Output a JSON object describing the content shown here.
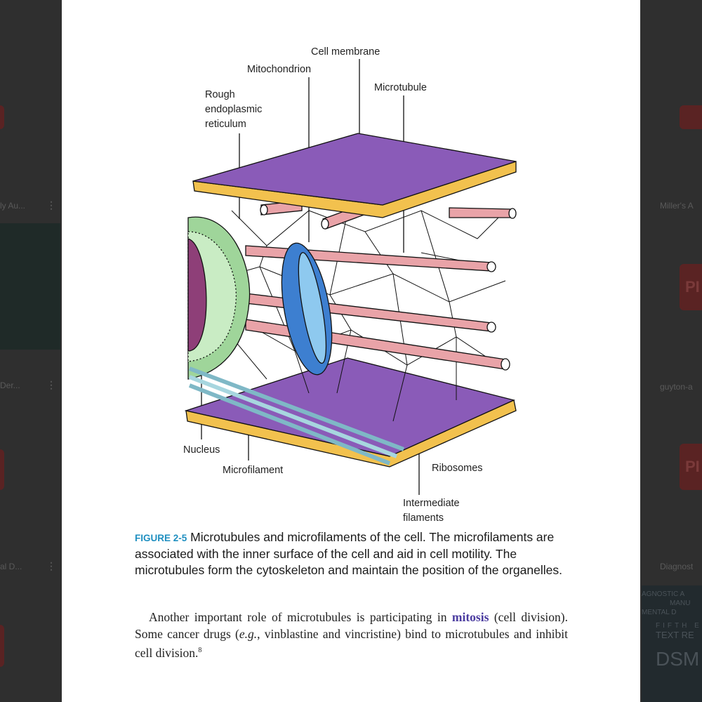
{
  "background": {
    "left_files": [
      {
        "title": "ly Au..."
      },
      {
        "title": "Der..."
      },
      {
        "title": "al D..."
      }
    ],
    "right_files": [
      {
        "title": "Miller's A"
      },
      {
        "title": "guyton-a"
      },
      {
        "title": "Diagnost"
      }
    ],
    "pdf_badge": "PI",
    "dsm_cover": [
      "AGNOSTIC A",
      "MANU",
      "MENTAL D",
      "FIFTH E",
      "TEXT RE",
      "DSM"
    ]
  },
  "figure": {
    "labels": {
      "cell_membrane": "Cell membrane",
      "mitochondrion": "Mitochondrion",
      "microtubule": "Microtubule",
      "rer_1": "Rough",
      "rer_2": "endoplasmic",
      "rer_3": "reticulum",
      "nucleus": "Nucleus",
      "microfilament": "Microfilament",
      "ribosomes": "Ribosomes",
      "intermediate_1": "Intermediate",
      "intermediate_2": "filaments"
    },
    "colors": {
      "membrane": "#8a5bb8",
      "edge": "#f2c14e",
      "tube": "#e9a3a8",
      "mito": "#3d7fd0",
      "er": "#9fd59a",
      "nucleus": "#8e3f78"
    }
  },
  "caption": {
    "figure_number": "FIGURE 2-5",
    "text": "Microtubules and microfilaments of the cell. The microfilaments are associated with the inner surface of the cell and aid in cell motility. The microtubules form the cytoskeleton and maintain the position of the organelles."
  },
  "body": {
    "before": "Another important role of microtubules is participating in ",
    "term": "mitosis",
    "after": " (cell division). Some cancer drugs (",
    "eg": "e.g.",
    "after2": ", vinblastine and vincristine) bind to microtubules and inhibit cell division.",
    "ref": "8"
  }
}
